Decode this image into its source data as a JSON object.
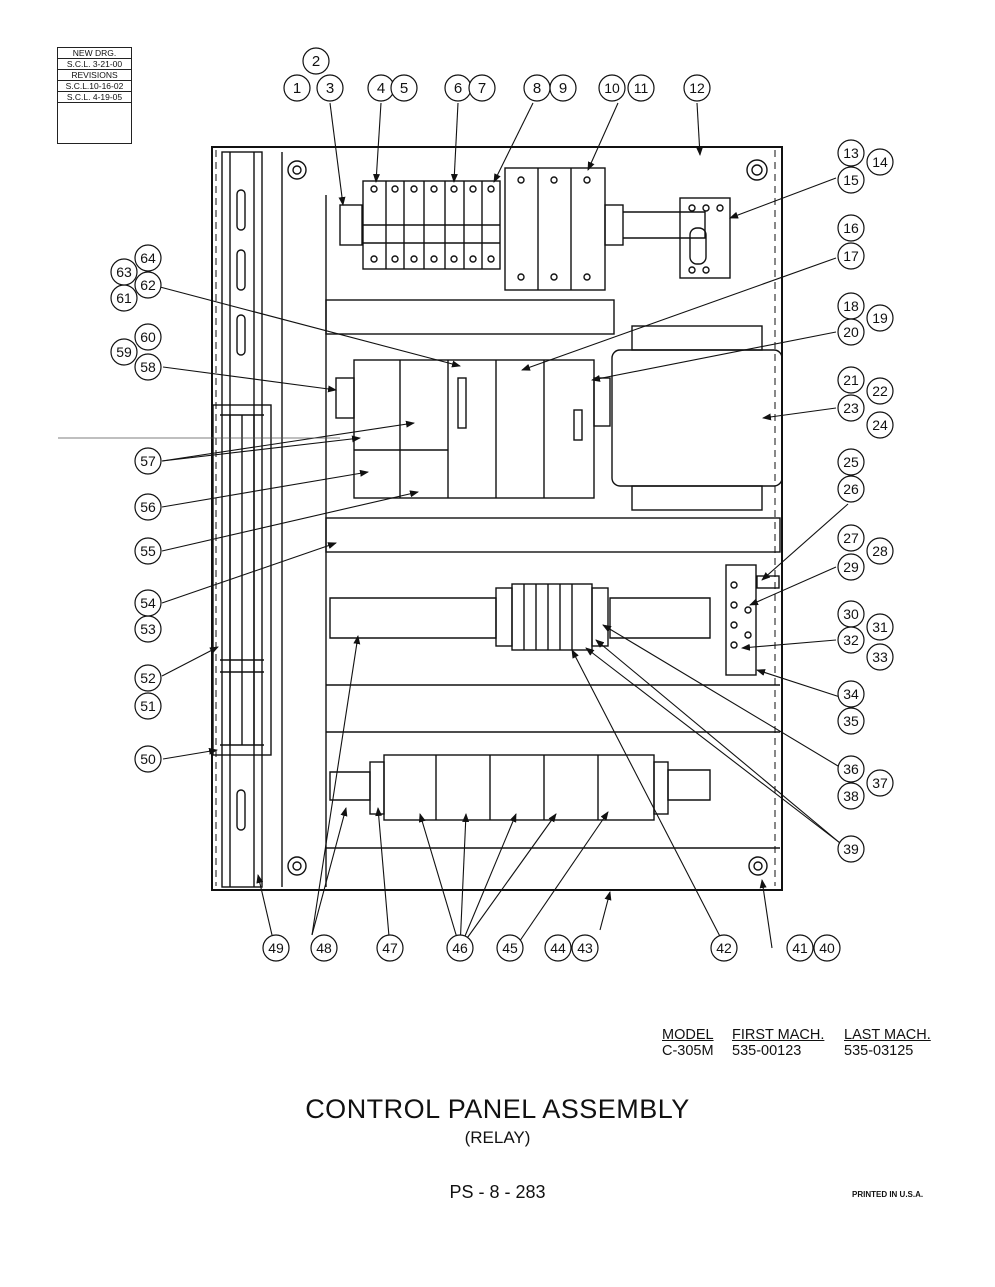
{
  "revisions": {
    "rows": [
      "NEW DRG.",
      "S.C.L. 3-21-00",
      "REVISIONS",
      "S.C.L.10-16-02",
      "S.C.L. 4-19-05"
    ]
  },
  "model_table": {
    "headers": [
      "MODEL",
      "FIRST MACH.",
      "LAST MACH."
    ],
    "row": [
      "C-305M",
      "535-00123",
      "535-03125"
    ]
  },
  "title": "CONTROL PANEL ASSEMBLY",
  "subtitle": "(RELAY)",
  "page_number": "PS - 8 - 283",
  "printed_note": "PRINTED IN U.S.A.",
  "callouts": [
    "1",
    "2",
    "3",
    "4",
    "5",
    "6",
    "7",
    "8",
    "9",
    "10",
    "11",
    "12",
    "13",
    "14",
    "15",
    "16",
    "17",
    "18",
    "19",
    "20",
    "21",
    "22",
    "23",
    "24",
    "25",
    "26",
    "27",
    "28",
    "29",
    "30",
    "31",
    "32",
    "33",
    "34",
    "35",
    "36",
    "37",
    "38",
    "39",
    "40",
    "41",
    "42",
    "43",
    "44",
    "45",
    "46",
    "47",
    "48",
    "49",
    "50",
    "51",
    "52",
    "53",
    "54",
    "55",
    "56",
    "57",
    "58",
    "59",
    "60",
    "61",
    "62",
    "63",
    "64"
  ]
}
